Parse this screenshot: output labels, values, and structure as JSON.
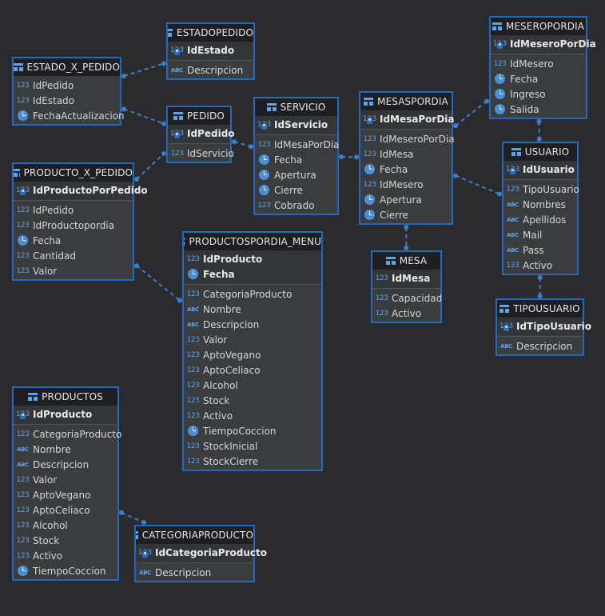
{
  "theme": {
    "background": "#2b2b2d",
    "entity_fill": "#3b3c3e",
    "header_fill": "#1f1f21",
    "border": "#1f6bc2",
    "link": "#3d7fc4"
  },
  "entities": [
    {
      "id": "estadopedido",
      "name": "ESTADOPEDIDO",
      "pk": [
        {
          "name": "IdEstado",
          "type": "key"
        }
      ],
      "attrs": [
        {
          "name": "Descripcion",
          "type": "text"
        }
      ]
    },
    {
      "id": "estado_x_pedido",
      "name": "ESTADO_X_PEDIDO",
      "pk": [],
      "attrs": [
        {
          "name": "IdPedido",
          "type": "num"
        },
        {
          "name": "IdEstado",
          "type": "num"
        },
        {
          "name": "FechaActualizacion",
          "type": "date"
        }
      ]
    },
    {
      "id": "pedido",
      "name": "PEDIDO",
      "pk": [
        {
          "name": "IdPedido",
          "type": "key"
        }
      ],
      "attrs": [
        {
          "name": "IdServicio",
          "type": "num"
        }
      ]
    },
    {
      "id": "servicio",
      "name": "SERVICIO",
      "pk": [
        {
          "name": "IdServicio",
          "type": "key"
        }
      ],
      "attrs": [
        {
          "name": "IdMesaPorDia",
          "type": "num"
        },
        {
          "name": "Fecha",
          "type": "date"
        },
        {
          "name": "Apertura",
          "type": "date"
        },
        {
          "name": "Cierre",
          "type": "date"
        },
        {
          "name": "Cobrado",
          "type": "num"
        }
      ]
    },
    {
      "id": "mesaspordia",
      "name": "MESASPORDIA",
      "pk": [
        {
          "name": "IdMesaPorDia",
          "type": "key"
        }
      ],
      "attrs": [
        {
          "name": "IdMeseroPorDia",
          "type": "num"
        },
        {
          "name": "IdMesa",
          "type": "num"
        },
        {
          "name": "Fecha",
          "type": "date"
        },
        {
          "name": "IdMesero",
          "type": "num"
        },
        {
          "name": "Apertura",
          "type": "date"
        },
        {
          "name": "Cierre",
          "type": "date"
        }
      ]
    },
    {
      "id": "meseropordia",
      "name": "MESEROPORDIA",
      "pk": [
        {
          "name": "IdMeseroPorDia",
          "type": "key"
        }
      ],
      "attrs": [
        {
          "name": "IdMesero",
          "type": "num"
        },
        {
          "name": "Fecha",
          "type": "date"
        },
        {
          "name": "Ingreso",
          "type": "date"
        },
        {
          "name": "Salida",
          "type": "date"
        }
      ]
    },
    {
      "id": "usuario",
      "name": "USUARIO",
      "pk": [
        {
          "name": "IdUsuario",
          "type": "key"
        }
      ],
      "attrs": [
        {
          "name": "TipoUsuario",
          "type": "num"
        },
        {
          "name": "Nombres",
          "type": "text"
        },
        {
          "name": "Apellidos",
          "type": "text"
        },
        {
          "name": "Mail",
          "type": "text"
        },
        {
          "name": "Pass",
          "type": "text"
        },
        {
          "name": "Activo",
          "type": "num"
        }
      ]
    },
    {
      "id": "tipousuario",
      "name": "TIPOUSUARIO",
      "pk": [
        {
          "name": "IdTipoUsuario",
          "type": "key"
        }
      ],
      "attrs": [
        {
          "name": "Descripcion",
          "type": "text"
        }
      ]
    },
    {
      "id": "mesa",
      "name": "MESA",
      "pk": [
        {
          "name": "IdMesa",
          "type": "num"
        }
      ],
      "attrs": [
        {
          "name": "Capacidad",
          "type": "num"
        },
        {
          "name": "Activo",
          "type": "num"
        }
      ]
    },
    {
      "id": "producto_x_pedido",
      "name": "PRODUCTO_X_PEDIDO",
      "pk": [
        {
          "name": "IdProductoPorPedido",
          "type": "key"
        }
      ],
      "attrs": [
        {
          "name": "IdPedido",
          "type": "num"
        },
        {
          "name": "IdProductopordia",
          "type": "num"
        },
        {
          "name": "Fecha",
          "type": "date"
        },
        {
          "name": "Cantidad",
          "type": "num"
        },
        {
          "name": "Valor",
          "type": "num"
        }
      ]
    },
    {
      "id": "productospordia_menu",
      "name": "PRODUCTOSPORDIA_MENU",
      "pk": [
        {
          "name": "IdProducto",
          "type": "num"
        },
        {
          "name": "Fecha",
          "type": "date"
        }
      ],
      "attrs": [
        {
          "name": "CategoriaProducto",
          "type": "num"
        },
        {
          "name": "Nombre",
          "type": "text"
        },
        {
          "name": "Descripcion",
          "type": "text"
        },
        {
          "name": "Valor",
          "type": "num"
        },
        {
          "name": "AptoVegano",
          "type": "num"
        },
        {
          "name": "AptoCeliaco",
          "type": "num"
        },
        {
          "name": "Alcohol",
          "type": "num"
        },
        {
          "name": "Stock",
          "type": "num"
        },
        {
          "name": "Activo",
          "type": "num"
        },
        {
          "name": "TiempoCoccion",
          "type": "date"
        },
        {
          "name": "StockInicial",
          "type": "num"
        },
        {
          "name": "StockCierre",
          "type": "num"
        }
      ]
    },
    {
      "id": "productos",
      "name": "PRODUCTOS",
      "pk": [
        {
          "name": "IdProducto",
          "type": "key"
        }
      ],
      "attrs": [
        {
          "name": "CategoriaProducto",
          "type": "num"
        },
        {
          "name": "Nombre",
          "type": "text"
        },
        {
          "name": "Descripcion",
          "type": "text"
        },
        {
          "name": "Valor",
          "type": "num"
        },
        {
          "name": "AptoVegano",
          "type": "num"
        },
        {
          "name": "AptoCeliaco",
          "type": "num"
        },
        {
          "name": "Alcohol",
          "type": "num"
        },
        {
          "name": "Stock",
          "type": "num"
        },
        {
          "name": "Activo",
          "type": "num"
        },
        {
          "name": "TiempoCoccion",
          "type": "date"
        }
      ]
    },
    {
      "id": "categoriaproducto",
      "name": "CATEGORIAPRODUCTO",
      "pk": [
        {
          "name": "IdCategoriaProducto",
          "type": "key"
        }
      ],
      "attrs": [
        {
          "name": "Descripcion",
          "type": "text"
        }
      ]
    }
  ],
  "relationships": [
    {
      "from": "estado_x_pedido",
      "to": "estadopedido"
    },
    {
      "from": "estado_x_pedido",
      "to": "pedido"
    },
    {
      "from": "producto_x_pedido",
      "to": "pedido"
    },
    {
      "from": "pedido",
      "to": "servicio"
    },
    {
      "from": "servicio",
      "to": "mesaspordia"
    },
    {
      "from": "mesaspordia",
      "to": "meseropordia"
    },
    {
      "from": "mesaspordia",
      "to": "usuario"
    },
    {
      "from": "meseropordia",
      "to": "usuario"
    },
    {
      "from": "usuario",
      "to": "tipousuario"
    },
    {
      "from": "mesaspordia",
      "to": "mesa"
    },
    {
      "from": "producto_x_pedido",
      "to": "productospordia_menu"
    },
    {
      "from": "productos",
      "to": "categoriaproducto"
    }
  ],
  "labels": {
    "num": "123",
    "text": "ABC"
  }
}
